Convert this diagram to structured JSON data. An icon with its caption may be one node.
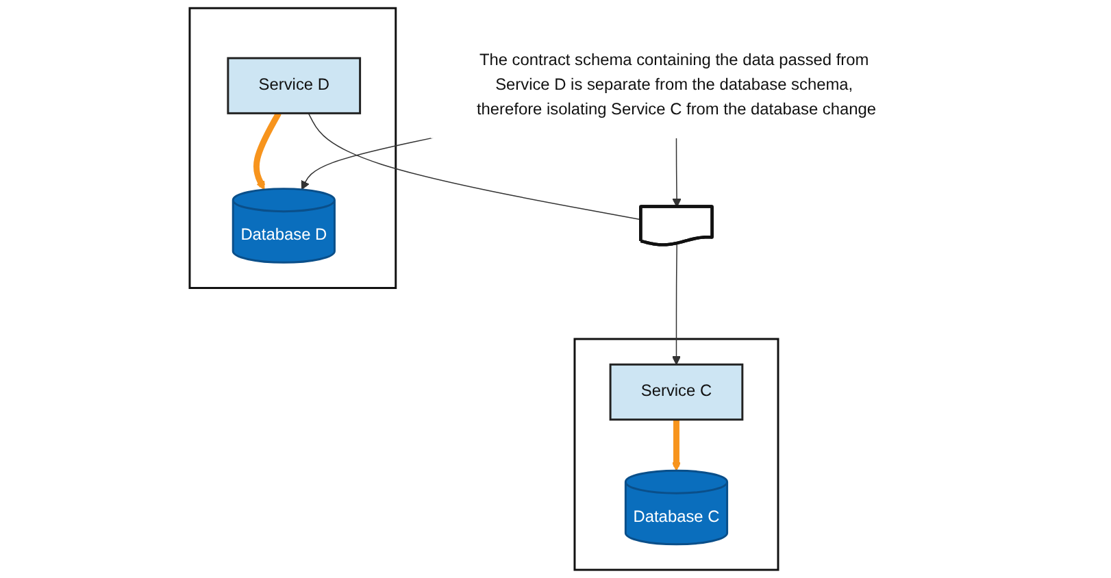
{
  "diagram": {
    "nodes": [
      {
        "text": [],
        "shape": "box"
      },
      {
        "text": [
          "Service C"
        ],
        "in": 0
      },
      {
        "text": [
          "Database C"
        ],
        "in": 0
      },
      {
        "text": [],
        "shape": "box"
      },
      {
        "text": [
          "Service D"
        ],
        "in": 3
      },
      {
        "text": [
          "Database D"
        ],
        "in": 3
      },
      {
        "text": [],
        "shape": "box"
      },
      {
        "text": [
          "The contract schema containing the data passed from Service D is separate from the database schema, therefore isolating Service C from the database change"
        ]
      }
    ],
    "edges": [
      {
        "from": 4,
        "to": 6,
        "arrow": "none"
      },
      {
        "from": 6,
        "to": 1,
        "arrow": "to"
      },
      {
        "from": 1,
        "to": 2,
        "arrow": "to",
        "style": "thick",
        "color": "#f7941d"
      },
      {
        "from": 4,
        "to": 5,
        "arrow": "to",
        "style": "thick",
        "color": "#f7941d"
      },
      {
        "from": 7,
        "to": 6,
        "arrow": "to"
      },
      {
        "from": 7,
        "to": 5,
        "arrow": "to"
      }
    ]
  }
}
